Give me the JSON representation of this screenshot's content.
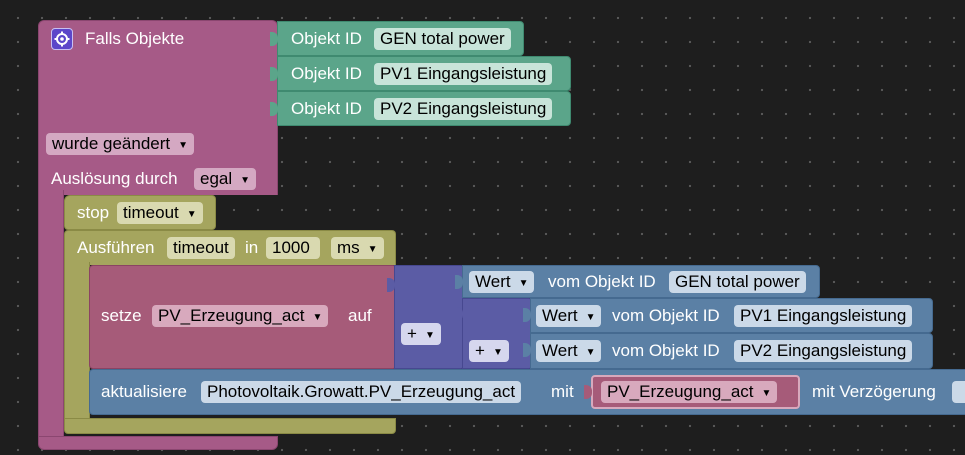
{
  "trigger": {
    "title": "Falls Objekte",
    "icon": "gear-icon",
    "objekt_id_label": "Objekt ID",
    "objects": [
      "GEN total power",
      "PV1 Eingangsleistung",
      "PV2 Eingangsleistung"
    ],
    "change_mode": "wurde geändert",
    "ausloesung_label": "Auslösung durch",
    "ausloesung_value": "egal"
  },
  "stop_block": {
    "label": "stop",
    "timer": "timeout"
  },
  "timeout_block": {
    "label": "Ausführen",
    "timer": "timeout",
    "in_label": "in",
    "delay": "1000",
    "unit": "ms"
  },
  "setze_block": {
    "label": "setze",
    "variable": "PV_Erzeugung_act",
    "auf_label": "auf",
    "math_op": "+",
    "value_getters": [
      {
        "mode": "Wert",
        "label": "vom Objekt ID",
        "object": "GEN total power"
      },
      {
        "mode": "Wert",
        "label": "vom Objekt ID",
        "object": "PV1 Eingangsleistung"
      },
      {
        "mode": "Wert",
        "label": "vom Objekt ID",
        "object": "PV2 Eingangsleistung"
      }
    ]
  },
  "update_block": {
    "label": "aktualisiere",
    "target": "Photovoltaik.Growatt.PV_Erzeugung_act",
    "mit_label": "mit",
    "variable": "PV_Erzeugung_act",
    "delay_label": "mit Verzögerung"
  },
  "colors": {
    "trigger": "#a65a87",
    "object": "#5ba58a",
    "timer": "#a5a55e",
    "variable": "#a65b79",
    "math": "#5b5ca5",
    "value": "#5b80a5",
    "workspace": "#1e1e1e"
  }
}
